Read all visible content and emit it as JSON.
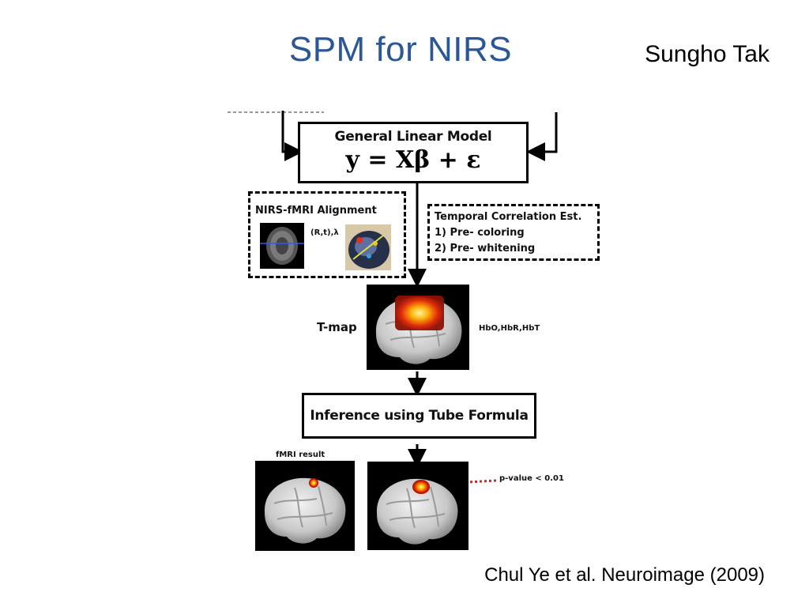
{
  "slide": {
    "title": "SPM for NIRS",
    "author": "Sungho Tak",
    "citation": "Chul Ye et al. Neuroimage (2009)"
  },
  "diagram": {
    "glm_title": "General Linear Model",
    "glm_equation": "y = Xβ + ε",
    "alignment_title": "NIRS-fMRI Alignment",
    "alignment_coords": "(R,t),λ",
    "temporal_title": "Temporal Correlation Est.",
    "temporal_item_1": "1) Pre- coloring",
    "temporal_item_2": "2) Pre- whitening",
    "tmap_label": "T-map",
    "tmap_signals": "HbO,HbR,HbT",
    "inference_label": "Inference using Tube Formula",
    "fmri_label": "fMRI result",
    "pvalue_label": "p-value < 0.01"
  },
  "colors": {
    "title": "#2b5797",
    "activation": "#ff3300",
    "arrow_red": "#e0201b"
  }
}
